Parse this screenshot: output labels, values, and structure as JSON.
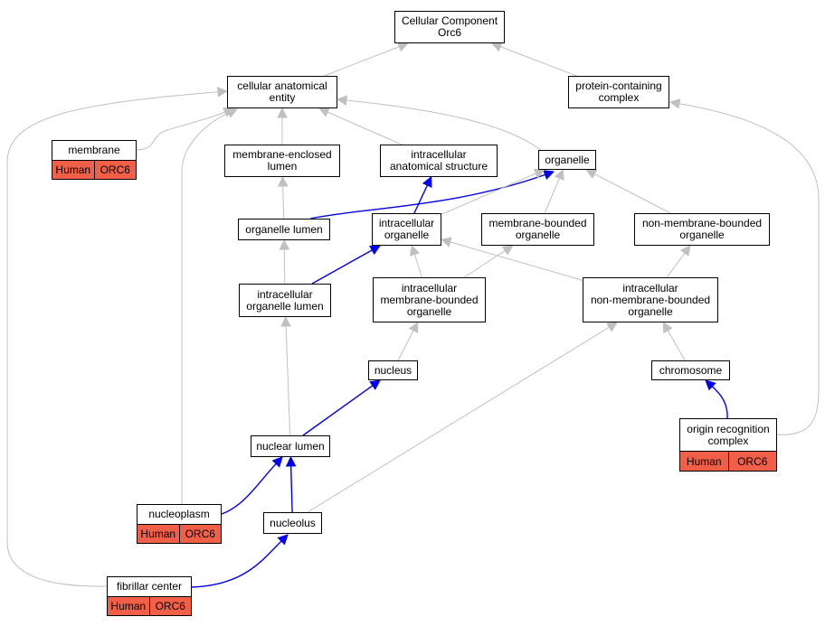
{
  "colors": {
    "is_a_edge": "#c0c0c0",
    "part_of_edge": "#0000ee",
    "annotation_fill": "#f25f48",
    "node_border": "#000000",
    "node_fill": "#ffffff"
  },
  "nodes": {
    "root": {
      "lines": [
        "Cellular Component",
        "Orc6"
      ]
    },
    "cae": {
      "lines": [
        "cellular anatomical",
        "entity"
      ]
    },
    "pcc": {
      "lines": [
        "protein-containing",
        "complex"
      ]
    },
    "membrane": {
      "lines": [
        "membrane"
      ],
      "annotation": {
        "species": "Human",
        "gene": "ORC6"
      }
    },
    "mel": {
      "lines": [
        "membrane-enclosed",
        "lumen"
      ]
    },
    "ias": {
      "lines": [
        "intracellular",
        "anatomical structure"
      ]
    },
    "organelle": {
      "lines": [
        "organelle"
      ]
    },
    "olumen": {
      "lines": [
        "organelle lumen"
      ]
    },
    "iorg": {
      "lines": [
        "intracellular",
        "organelle"
      ]
    },
    "mbo": {
      "lines": [
        "membrane-bounded",
        "organelle"
      ]
    },
    "nmbo": {
      "lines": [
        "non-membrane-bounded",
        "organelle"
      ]
    },
    "iol": {
      "lines": [
        "intracellular",
        "organelle lumen"
      ]
    },
    "imbo": {
      "lines": [
        "intracellular",
        "membrane-bounded",
        "organelle"
      ]
    },
    "inmbo": {
      "lines": [
        "intracellular",
        "non-membrane-bounded",
        "organelle"
      ]
    },
    "nucleus": {
      "lines": [
        "nucleus"
      ]
    },
    "chromosome": {
      "lines": [
        "chromosome"
      ]
    },
    "orc": {
      "lines": [
        "origin recognition",
        "complex"
      ],
      "annotation": {
        "species": "Human",
        "gene": "ORC6"
      }
    },
    "nlumen": {
      "lines": [
        "nuclear lumen"
      ]
    },
    "nucleoplasm": {
      "lines": [
        "nucleoplasm"
      ],
      "annotation": {
        "species": "Human",
        "gene": "ORC6"
      }
    },
    "nucleolus": {
      "lines": [
        "nucleolus"
      ]
    },
    "fc": {
      "lines": [
        "fibrillar center"
      ],
      "annotation": {
        "species": "Human",
        "gene": "ORC6"
      }
    }
  },
  "edges": [
    {
      "from": "cae",
      "to": "root",
      "type": "is_a"
    },
    {
      "from": "pcc",
      "to": "root",
      "type": "is_a"
    },
    {
      "from": "membrane",
      "to": "cae",
      "type": "is_a"
    },
    {
      "from": "mel",
      "to": "cae",
      "type": "is_a"
    },
    {
      "from": "ias",
      "to": "cae",
      "type": "is_a"
    },
    {
      "from": "organelle",
      "to": "cae",
      "type": "is_a"
    },
    {
      "from": "nucleoplasm",
      "to": "cae",
      "type": "is_a"
    },
    {
      "from": "fc",
      "to": "cae",
      "type": "is_a"
    },
    {
      "from": "orc",
      "to": "pcc",
      "type": "is_a"
    },
    {
      "from": "olumen",
      "to": "mel",
      "type": "is_a"
    },
    {
      "from": "olumen",
      "to": "organelle",
      "type": "part_of"
    },
    {
      "from": "iorg",
      "to": "ias",
      "type": "part_of"
    },
    {
      "from": "iorg",
      "to": "organelle",
      "type": "is_a"
    },
    {
      "from": "mbo",
      "to": "organelle",
      "type": "is_a"
    },
    {
      "from": "nmbo",
      "to": "organelle",
      "type": "is_a"
    },
    {
      "from": "iol",
      "to": "olumen",
      "type": "is_a"
    },
    {
      "from": "iol",
      "to": "iorg",
      "type": "part_of"
    },
    {
      "from": "imbo",
      "to": "iorg",
      "type": "is_a"
    },
    {
      "from": "imbo",
      "to": "mbo",
      "type": "is_a"
    },
    {
      "from": "inmbo",
      "to": "iorg",
      "type": "is_a"
    },
    {
      "from": "inmbo",
      "to": "nmbo",
      "type": "is_a"
    },
    {
      "from": "nucleus",
      "to": "imbo",
      "type": "is_a"
    },
    {
      "from": "chromosome",
      "to": "inmbo",
      "type": "is_a"
    },
    {
      "from": "orc",
      "to": "chromosome",
      "type": "part_of"
    },
    {
      "from": "nlumen",
      "to": "iol",
      "type": "is_a"
    },
    {
      "from": "nlumen",
      "to": "nucleus",
      "type": "part_of"
    },
    {
      "from": "nucleoplasm",
      "to": "nlumen",
      "type": "part_of"
    },
    {
      "from": "nucleolus",
      "to": "nlumen",
      "type": "part_of"
    },
    {
      "from": "nucleolus",
      "to": "inmbo",
      "type": "is_a"
    },
    {
      "from": "fc",
      "to": "nucleolus",
      "type": "part_of"
    }
  ]
}
